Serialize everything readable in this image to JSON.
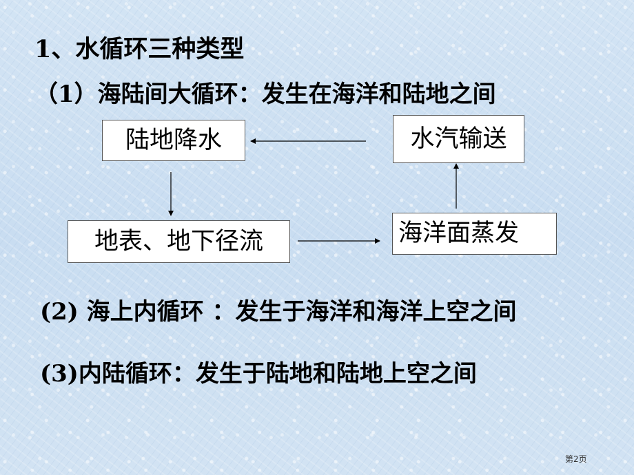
{
  "slide": {
    "title": "1、水循环三种类型",
    "section1": "（1）海陆间大循环：发生在海洋和陆地之间",
    "section2": "(2) 海上内循环 ：发生于海洋和海洋上空之间",
    "section3": "(3)内陆循环：发生于陆地和陆地上空之间",
    "page_number": "第2页"
  },
  "diagram": {
    "nodes": [
      {
        "id": "land-precipitation",
        "label": "陆地降水"
      },
      {
        "id": "water-vapor-transport",
        "label": "水汽输送"
      },
      {
        "id": "surface-underground-runoff",
        "label": "地表、地下径流"
      },
      {
        "id": "ocean-evaporation",
        "label": "海洋面蒸发"
      }
    ],
    "edges": [
      {
        "from": "water-vapor-transport",
        "to": "land-precipitation",
        "direction": "left"
      },
      {
        "from": "land-precipitation",
        "to": "surface-underground-runoff",
        "direction": "down"
      },
      {
        "from": "surface-underground-runoff",
        "to": "ocean-evaporation",
        "direction": "right"
      },
      {
        "from": "ocean-evaporation",
        "to": "water-vapor-transport",
        "direction": "up"
      }
    ]
  },
  "colors": {
    "background": "#cfe2f3",
    "box_fill": "#ffffff",
    "box_border": "#555555",
    "text": "#000000"
  }
}
